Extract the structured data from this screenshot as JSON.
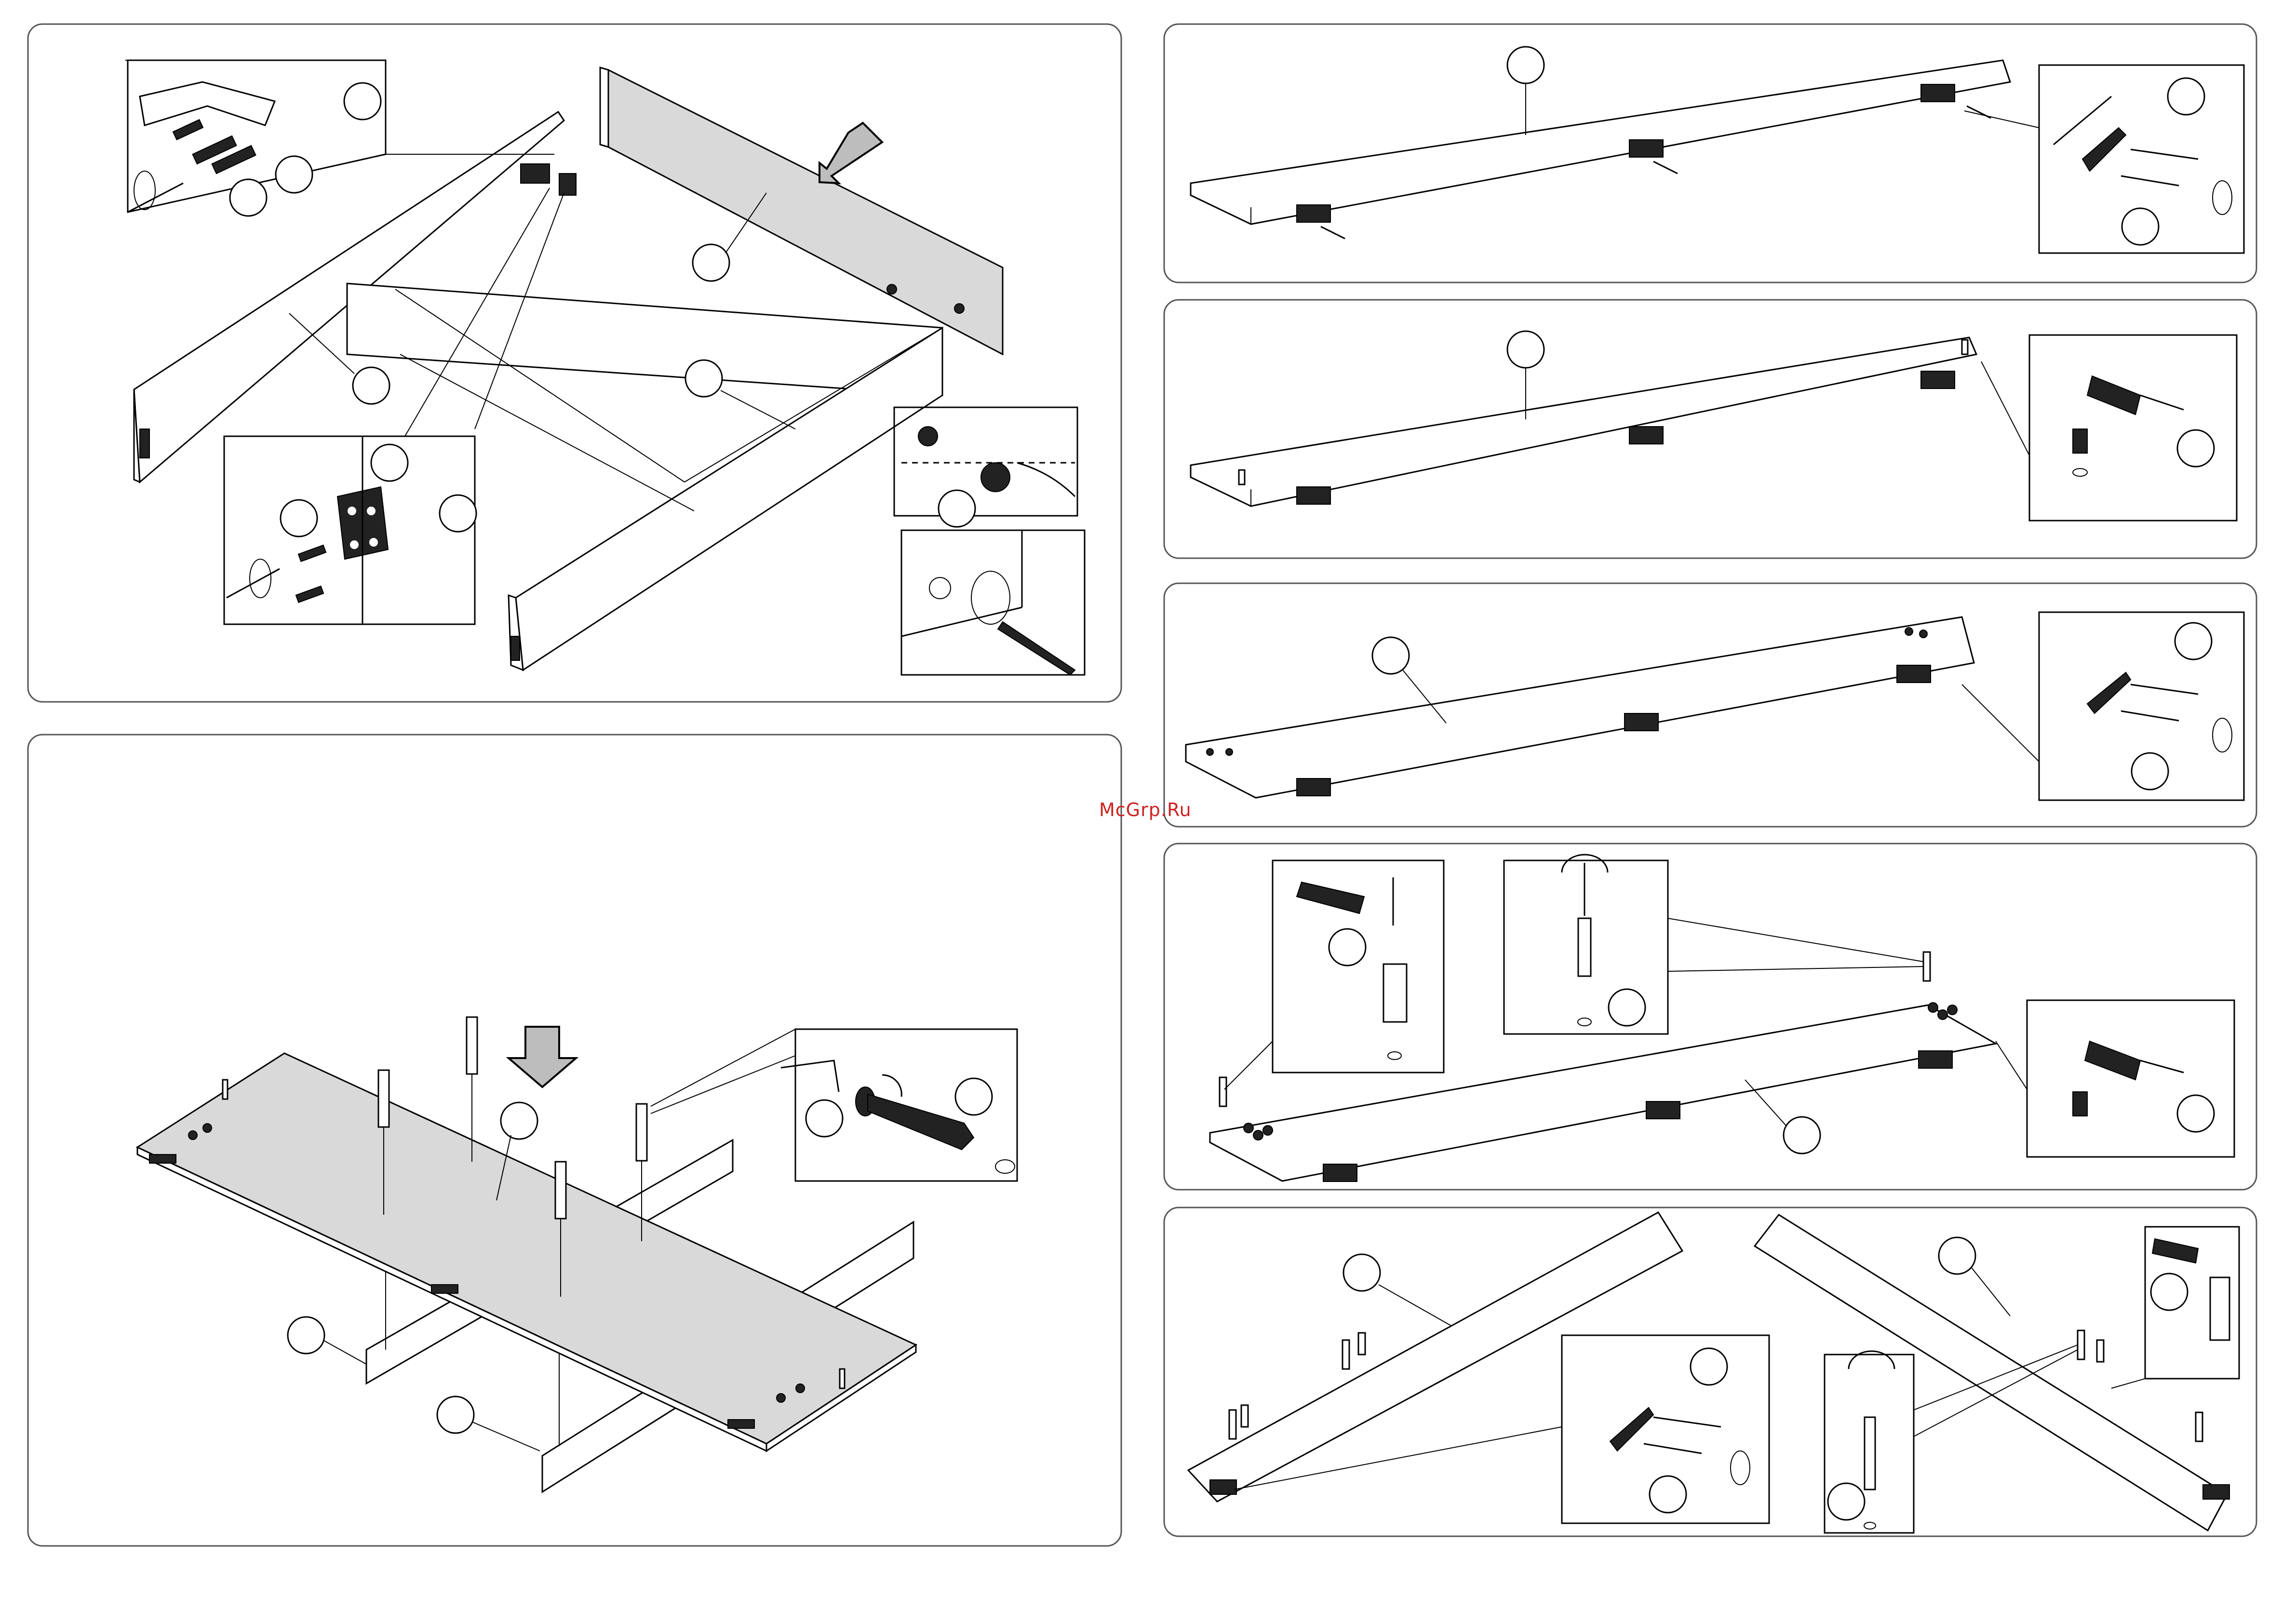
{
  "watermark": {
    "text": "McGrp.Ru",
    "color": "#cc2222"
  },
  "panels": [
    {
      "id": "drawer-frame-assembly",
      "description_callouts": 9
    },
    {
      "id": "top-panel-install",
      "description_callouts": 6
    },
    {
      "id": "rail-step-1",
      "description_callouts": 3
    },
    {
      "id": "rail-step-2",
      "description_callouts": 2
    },
    {
      "id": "rail-step-3",
      "description_callouts": 3
    },
    {
      "id": "rail-step-4",
      "description_callouts": 5
    },
    {
      "id": "rail-step-5",
      "description_callouts": 6
    }
  ],
  "colors": {
    "panel_fill": "#d9d9d9",
    "frame_stroke": "#555555",
    "ink": "#000000"
  }
}
